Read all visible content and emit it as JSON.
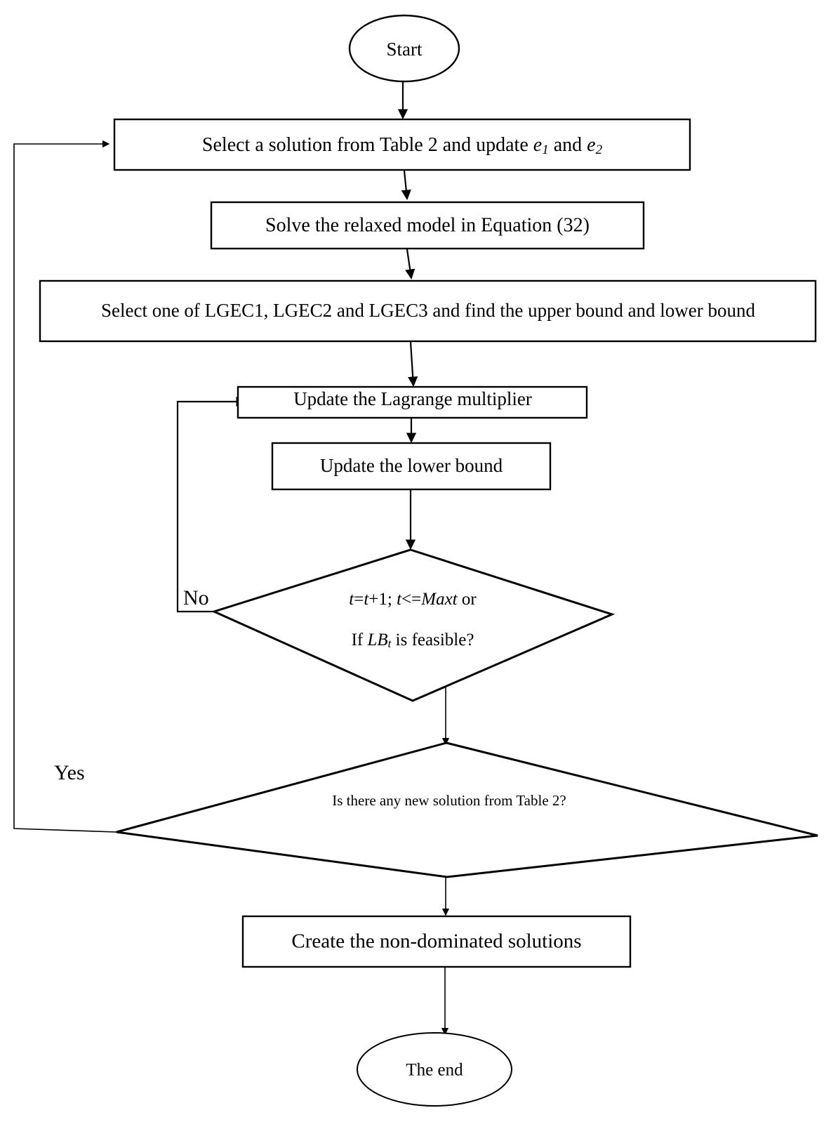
{
  "diagram": {
    "type": "flowchart",
    "title": "Lagrangian relaxation solution procedure flowchart",
    "background_color": "#ffffff",
    "line_color": "#000000"
  },
  "nodes": {
    "start": {
      "shape": "ellipse",
      "label": "Start"
    },
    "select_solution": {
      "shape": "process",
      "label_parts": {
        "a": "Select a solution from Table 2 and update ",
        "e1_base": "e",
        "e1_sub": "1",
        "b": " and ",
        "e2_base": "e",
        "e2_sub": "2"
      },
      "label_plain": "Select a solution from Table 2 and update e1 and e2"
    },
    "solve_relaxed": {
      "shape": "process",
      "label": "Solve the relaxed model in Equation (32)"
    },
    "select_lgec": {
      "shape": "process",
      "label": "Select one of LGEC1, LGEC2 and LGEC3 and find the upper bound and lower bound"
    },
    "update_lagrange": {
      "shape": "process",
      "label": "Update the Lagrange multiplier"
    },
    "update_lower_bound": {
      "shape": "process",
      "label": "Update the lower bound"
    },
    "decision_iteration": {
      "shape": "decision",
      "line1_parts": {
        "t1": "t",
        "eq": "=",
        "t2": "t",
        "plus": "+1; ",
        "t3": "t",
        "le": "<=",
        "maxt": "Maxt",
        "or": " or"
      },
      "line1_plain": "t=t+1; t<=Maxt or",
      "line2_parts": {
        "if": "If ",
        "lb_base": "LB",
        "lb_sub": "t",
        "rest": " is feasible?"
      },
      "line2_plain": "If LBt is feasible?"
    },
    "decision_new_solution": {
      "shape": "decision",
      "label": "Is there any new solution from Table 2?"
    },
    "create_nondominated": {
      "shape": "process",
      "label": "Create the non-dominated solutions"
    },
    "end": {
      "shape": "ellipse",
      "label": "The end"
    }
  },
  "edge_labels": {
    "no": "No",
    "yes": "Yes"
  },
  "edges": [
    {
      "from": "start",
      "to": "select_solution",
      "label": ""
    },
    {
      "from": "select_solution",
      "to": "solve_relaxed",
      "label": ""
    },
    {
      "from": "solve_relaxed",
      "to": "select_lgec",
      "label": ""
    },
    {
      "from": "select_lgec",
      "to": "update_lagrange",
      "label": ""
    },
    {
      "from": "update_lagrange",
      "to": "update_lower_bound",
      "label": ""
    },
    {
      "from": "update_lower_bound",
      "to": "decision_iteration",
      "label": ""
    },
    {
      "from": "decision_iteration",
      "to": "update_lagrange",
      "label": "No"
    },
    {
      "from": "decision_iteration",
      "to": "decision_new_solution",
      "label": ""
    },
    {
      "from": "decision_new_solution",
      "to": "select_solution",
      "label": "Yes"
    },
    {
      "from": "decision_new_solution",
      "to": "create_nondominated",
      "label": ""
    },
    {
      "from": "create_nondominated",
      "to": "end",
      "label": ""
    }
  ]
}
